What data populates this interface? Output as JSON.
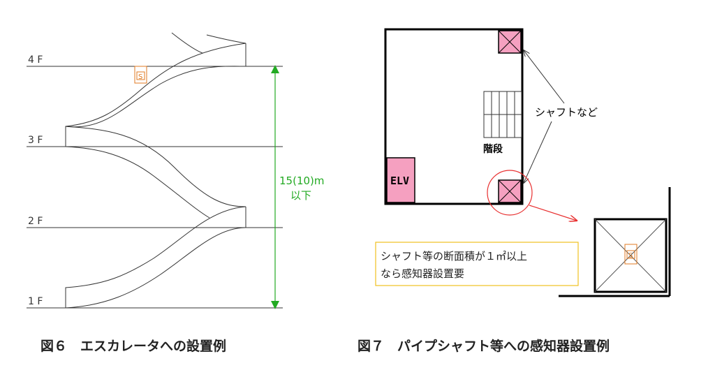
{
  "figure6": {
    "floors": [
      "4 F",
      "3 F",
      "2 F",
      "1 F"
    ],
    "sensor_label": "S",
    "height_label_line1": "15(10)m",
    "height_label_line2": "以下",
    "caption": "図６　エスカレータへの設置例",
    "colors": {
      "floor_line": "#333333",
      "dimension": "#22aa22",
      "sensor": "#e07a20"
    }
  },
  "figure7": {
    "elv_label": "ELV",
    "stair_label": "階段",
    "shaft_label": "シャフトなど",
    "note_line1": "シャフト等の断面積が１㎡以上",
    "note_line2": "なら感知器設置要",
    "caption": "図７　パイプシャフト等への感知器設置例",
    "colors": {
      "shaft_fill": "#f5a0c0",
      "highlight": "#e83030",
      "note_border": "#f0c020",
      "sensor": "#e07a20"
    }
  }
}
